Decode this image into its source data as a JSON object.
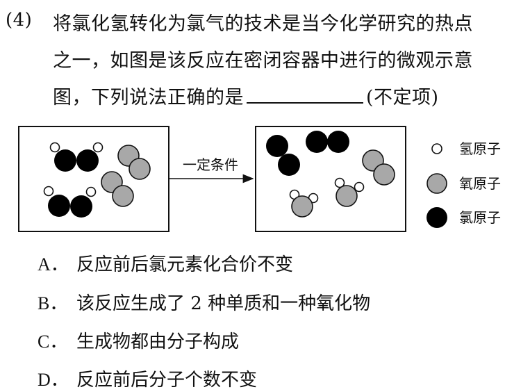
{
  "question": {
    "number": "(4)",
    "line1": "将氯化氢转化为氯气的技术是当今化学研究的热点",
    "line2": "之一，如图是该反应在密闭容器中进行的微观示意",
    "line3_before": "图，下列说法正确的是",
    "line3_after": "(不定项)"
  },
  "diagram": {
    "arrow_label": "一定条件",
    "legend": [
      {
        "label": "氢原子",
        "color": "#ffffff"
      },
      {
        "label": "氧原子",
        "color": "#a8a8a8"
      },
      {
        "label": "氯原子",
        "color": "#000000"
      }
    ]
  },
  "options": [
    {
      "letter": "A．",
      "text": "反应前后氯元素化合价不变"
    },
    {
      "letter": "B．",
      "text": "该反应生成了 2 种单质和一种氧化物"
    },
    {
      "letter": "C．",
      "text": "生成物都由分子构成"
    },
    {
      "letter": "D．",
      "text": "反应前后分子个数不变"
    }
  ]
}
